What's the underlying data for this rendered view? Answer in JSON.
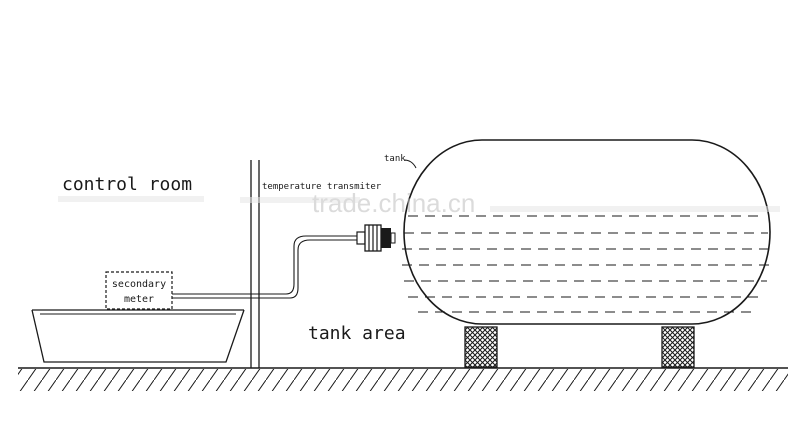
{
  "labels": {
    "control_room": "control room",
    "tank": "tank",
    "temperature_transmitter": "temperature transmiter",
    "secondary_meter_line1": "secondary",
    "secondary_meter_line2": "meter",
    "tank_area": "tank area"
  },
  "watermark": "trade.china.cn",
  "colors": {
    "line": "#1a1a1a",
    "background": "#ffffff",
    "watermark": "#bfbfbf"
  }
}
